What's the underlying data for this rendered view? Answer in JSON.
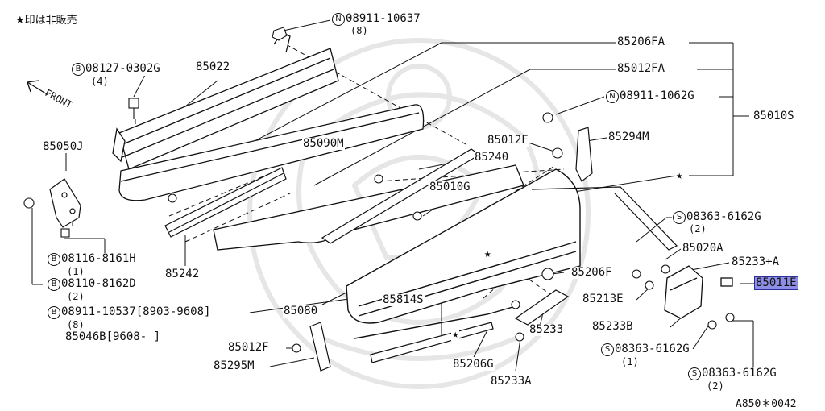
{
  "header": {
    "star_note": "★印は非販売"
  },
  "front_label": "FRONT",
  "footer": {
    "figure_code": "A850＊0042"
  },
  "colors": {
    "highlight": "#8d8fe6",
    "line": "#111111",
    "watermark": "#e6e6e6"
  },
  "callouts": {
    "n_08911_10637": {
      "prefix": "N",
      "code": "08911-10637",
      "qty": "(8)"
    },
    "b_08127_0302g": {
      "prefix": "B",
      "code": "08127-0302G",
      "qty": "(4)"
    },
    "p_85022": {
      "code": "85022"
    },
    "p_85206fa": {
      "code": "85206FA"
    },
    "p_85012fa": {
      "code": "85012FA"
    },
    "n_08911_1062g": {
      "prefix": "N",
      "code": "08911-1062G"
    },
    "p_85010s": {
      "code": "85010S"
    },
    "p_85050j": {
      "code": "85050J"
    },
    "p_85090m": {
      "code": "85090M"
    },
    "p_85012f_top": {
      "code": "85012F"
    },
    "p_85294m": {
      "code": "85294M"
    },
    "p_85240": {
      "code": "85240"
    },
    "p_85010g": {
      "code": "85010G"
    },
    "s_08363_top": {
      "prefix": "S",
      "code": "08363-6162G",
      "qty": "(2)"
    },
    "p_85020a": {
      "code": "85020A"
    },
    "p_85233pa": {
      "code": "85233+A"
    },
    "p_85011e": {
      "code": "85011E"
    },
    "p_85206f": {
      "code": "85206F"
    },
    "p_85213e": {
      "code": "85213E"
    },
    "b_08116_8161h": {
      "prefix": "B",
      "code": "08116-8161H",
      "qty": "(1)"
    },
    "b_08110_8162d": {
      "prefix": "B",
      "code": "08110-8162D",
      "qty": "(2)"
    },
    "p_85242": {
      "code": "85242"
    },
    "p_85814s": {
      "code": "85814S"
    },
    "b_08911_10537": {
      "prefix": "B",
      "code": "08911-10537[8903-9608]",
      "qty": "(8)"
    },
    "p_85080": {
      "code": "85080"
    },
    "p_85046b": {
      "code": "85046B[9608-      ]"
    },
    "p_85233b": {
      "code": "85233B"
    },
    "p_85233": {
      "code": "85233"
    },
    "p_85012f_bot": {
      "code": "85012F"
    },
    "p_85295m": {
      "code": "85295M"
    },
    "p_85206g": {
      "code": "85206G"
    },
    "s_08363_mid": {
      "prefix": "S",
      "code": "08363-6162G",
      "qty": "(1)"
    },
    "s_08363_bot": {
      "prefix": "S",
      "code": "08363-6162G",
      "qty": "(2)"
    },
    "p_85233a": {
      "code": "85233A"
    }
  },
  "stars": [
    "★",
    "★",
    "★"
  ]
}
